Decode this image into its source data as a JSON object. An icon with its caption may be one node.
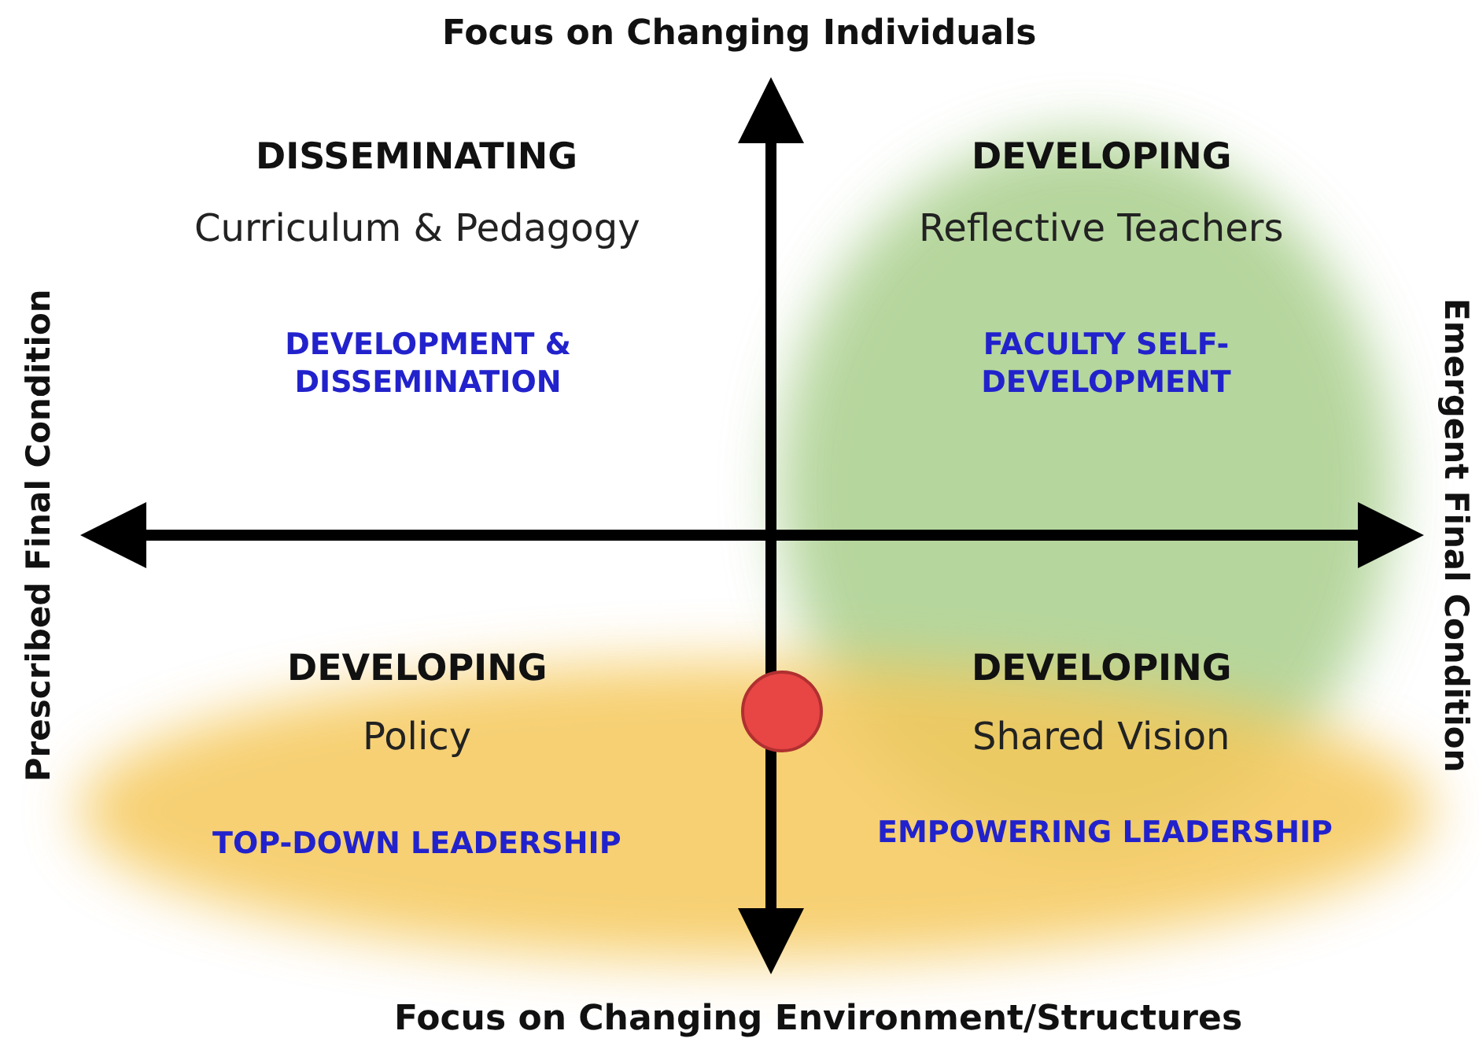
{
  "diagram": {
    "labels": [
      "Focus on Changing Individuals",
      "DISSEMINATING",
      "Curriculum & Pedagogy",
      "DEVELOPING",
      "Reflective Teachers",
      "Prescribed Final Condition",
      "DEVELOPMENT & DISSEMINATION",
      "FACULTY SELF-DEVELOPMENT",
      "Emergent Final Condition",
      "DEVELOPING",
      "Policy",
      "DEVELOPING",
      "Shared Vision",
      "TOP-DOWN LEADERSHIP",
      "EMPOWERING LEADERSHIP",
      "Focus on Changing Environment/Structures"
    ]
  }
}
